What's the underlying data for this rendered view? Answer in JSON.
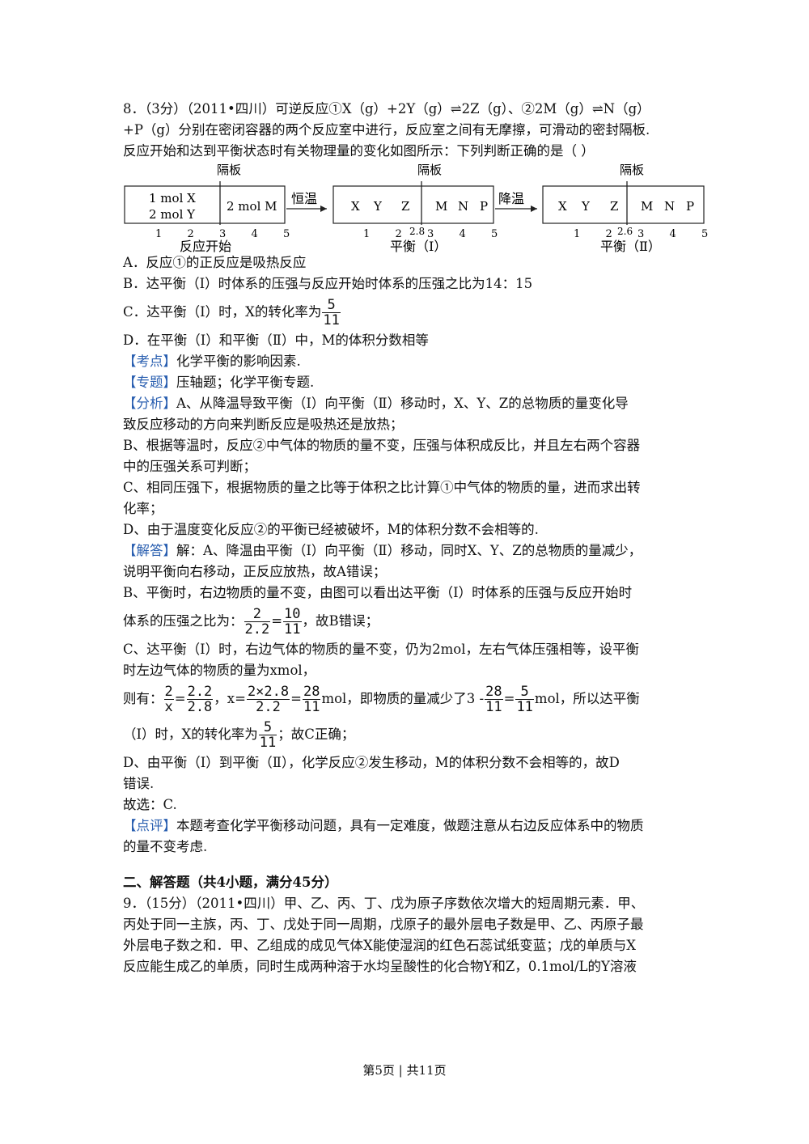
{
  "q8": {
    "stem1": "8．（3分）（2011•四川）可逆反应①X（g）+2Y（g）⇌2Z（g）、②2M（g）⇌N（g）",
    "stem2": "+P（g）分别在密闭容器的两个反应室中进行，反应室之间有无摩擦，可滑动的密封隔板.",
    "stem3": "反应开始和达到平衡状态时有关物理量的变化如图所示：下列判断正确的是（      ）",
    "diagram": {
      "partition": "隔板",
      "start_left_1": "1 mol X",
      "start_left_2": "2 mol Y",
      "start_right": "2 mol M",
      "arrow1": "恒温",
      "arrow2": "降温",
      "eq_labels": [
        "X",
        "Y",
        "Z",
        "M",
        "N",
        "P"
      ],
      "ticks": [
        "1",
        "2",
        "3",
        "4",
        "5"
      ],
      "pos1": "2.8",
      "pos2": "2.6",
      "caption_start": "反应开始",
      "caption_eq1": "平衡（Ⅰ）",
      "caption_eq2": "平衡（Ⅱ）"
    },
    "optA": "A．反应①的正反应是吸热反应",
    "optB": "B．达平衡（Ⅰ）时体系的压强与反应开始时体系的压强之比为14：15",
    "optC_pre": "C．达平衡（Ⅰ）时，X的转化率为",
    "optC_n": "5",
    "optC_d": "11",
    "optD": "D．在平衡（Ⅰ）和平衡（Ⅱ）中，M的体积分数相等",
    "kd_tag": "【考点】",
    "kd_text": "化学平衡的影响因素.",
    "zt_tag": "【专题】",
    "zt_text": "压轴题；化学平衡专题.",
    "fx_tag": "【分析】",
    "fx1": "A、从降温导致平衡（Ⅰ）向平衡（Ⅱ）移动时，X、Y、Z的总物质的量变化导",
    "fx2": "致反应移动的方向来判断反应是吸热还是放热；",
    "fx3": "B、根据等温时，反应②中气体的物质的量不变，压强与体积成反比，并且左右两个容器",
    "fx4": "中的压强关系可判断；",
    "fx5": "C、相同压强下，根据物质的量之比等于体积之比计算①中气体的物质的量，进而求出转",
    "fx6": "化率；",
    "fx7": "D、由于温度变化反应②的平衡已经被破坏，M的体积分数不会相等的.",
    "jd_tag": "【解答】",
    "jd1": "解：A、降温由平衡（Ⅰ）向平衡（Ⅱ）移动，同时X、Y、Z的总物质的量减少，",
    "jd2": "说明平衡向右移动，正反应放热，故A错误；",
    "jd3": "B、平衡时，右边物质的量不变，由图可以看出达平衡（Ⅰ）时体系的压强与反应开始时",
    "jd4_pre": "体系的压强之比为：",
    "jd4_f1n": "2",
    "jd4_f1d": "2.2",
    "jd4_eq": "=",
    "jd4_f2n": "10",
    "jd4_f2d": "11",
    "jd4_post": "，故B错误；",
    "jd5": "C、达平衡（Ⅰ）时，右边气体的物质的量不变，仍为2mol，左右气体压强相等，设平衡",
    "jd6": "时左边气体的物质的量为xmol，",
    "jd7_pre": "则有：",
    "jd7_f1n": "2",
    "jd7_f1d": "x",
    "jd7_eq1": "=",
    "jd7_f2n": "2.2",
    "jd7_f2d": "2.8",
    "jd7_mid1": "，x=",
    "jd7_f3n": "2×2.8",
    "jd7_f3d": "2.2",
    "jd7_eq2": "=",
    "jd7_f4n": "28",
    "jd7_f4d": "11",
    "jd7_mid2": "mol，即物质的量减少了3 -",
    "jd7_f5n": "28",
    "jd7_f5d": "11",
    "jd7_eq3": "=",
    "jd7_f6n": "5",
    "jd7_f6d": "11",
    "jd7_post": "mol，所以达平衡",
    "jd8_pre": "（Ⅰ）时，X的转化率为",
    "jd8_fn": "5",
    "jd8_fd": "11",
    "jd8_post": "；故C正确；",
    "jd9": "D、由平衡（Ⅰ）到平衡（Ⅱ），化学反应②发生移动，M的体积分数不会相等的，故D",
    "jd10": "错误.",
    "jd11": "故选：C.",
    "dp_tag": "【点评】",
    "dp1": "本题考查化学平衡移动问题，具有一定难度，做题注意从右边反应体系中的物质",
    "dp2": "的量不变考虑."
  },
  "section2": "二、解答题（共4小题，满分45分）",
  "q9": {
    "l1": "9．（15分）（2011•四川）甲、乙、丙、丁、戊为原子序数依次增大的短周期元素．甲、",
    "l2": "丙处于同一主族，丙、丁、戊处于同一周期，戊原子的最外层电子数是甲、乙、丙原子最",
    "l3": "外层电子数之和．甲、乙组成的成见气体X能使湿润的红色石蕊试纸变蓝；戊的单质与X",
    "l4": "反应能生成乙的单质，同时生成两种溶于水均呈酸性的化合物Y和Z，0.1mol/L的Y溶液"
  },
  "footer": "第5页 | 共11页"
}
